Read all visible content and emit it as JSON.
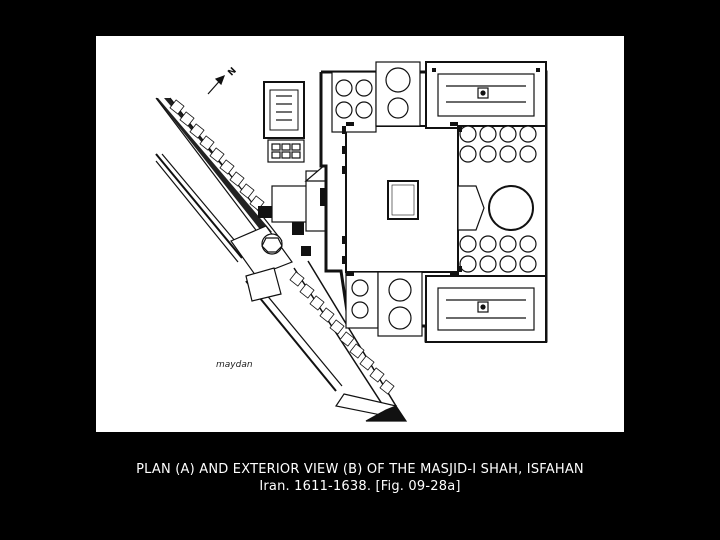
{
  "plan": {
    "north_label": "N",
    "maydan_label": "maydan"
  },
  "caption": {
    "line1": "PLAN (A) AND EXTERIOR VIEW (B) OF THE MASJID-I SHAH, ISFAHAN",
    "line2": "Iran. 1611-1638. [Fig. 09-28a]"
  }
}
